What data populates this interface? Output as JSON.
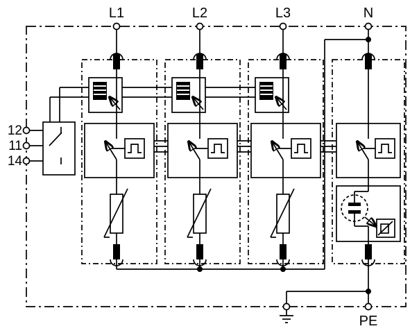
{
  "colors": {
    "line": "#000000",
    "background": "#ffffff"
  },
  "labels": {
    "top_terminals": [
      "L1",
      "L2",
      "L3",
      "N"
    ],
    "remote_contact_terminals": [
      "12",
      "11",
      "14"
    ],
    "protective_earth": "PE"
  },
  "symbol_names": [
    "plug-in-terminal-icon",
    "thermal-disconnect-icon",
    "spark-gap-switch-icon",
    "transient-pulse-icon",
    "varistor-icon",
    "gas-discharge-tube-icon",
    "changeover-contact-icon",
    "earth-ground-icon"
  ]
}
